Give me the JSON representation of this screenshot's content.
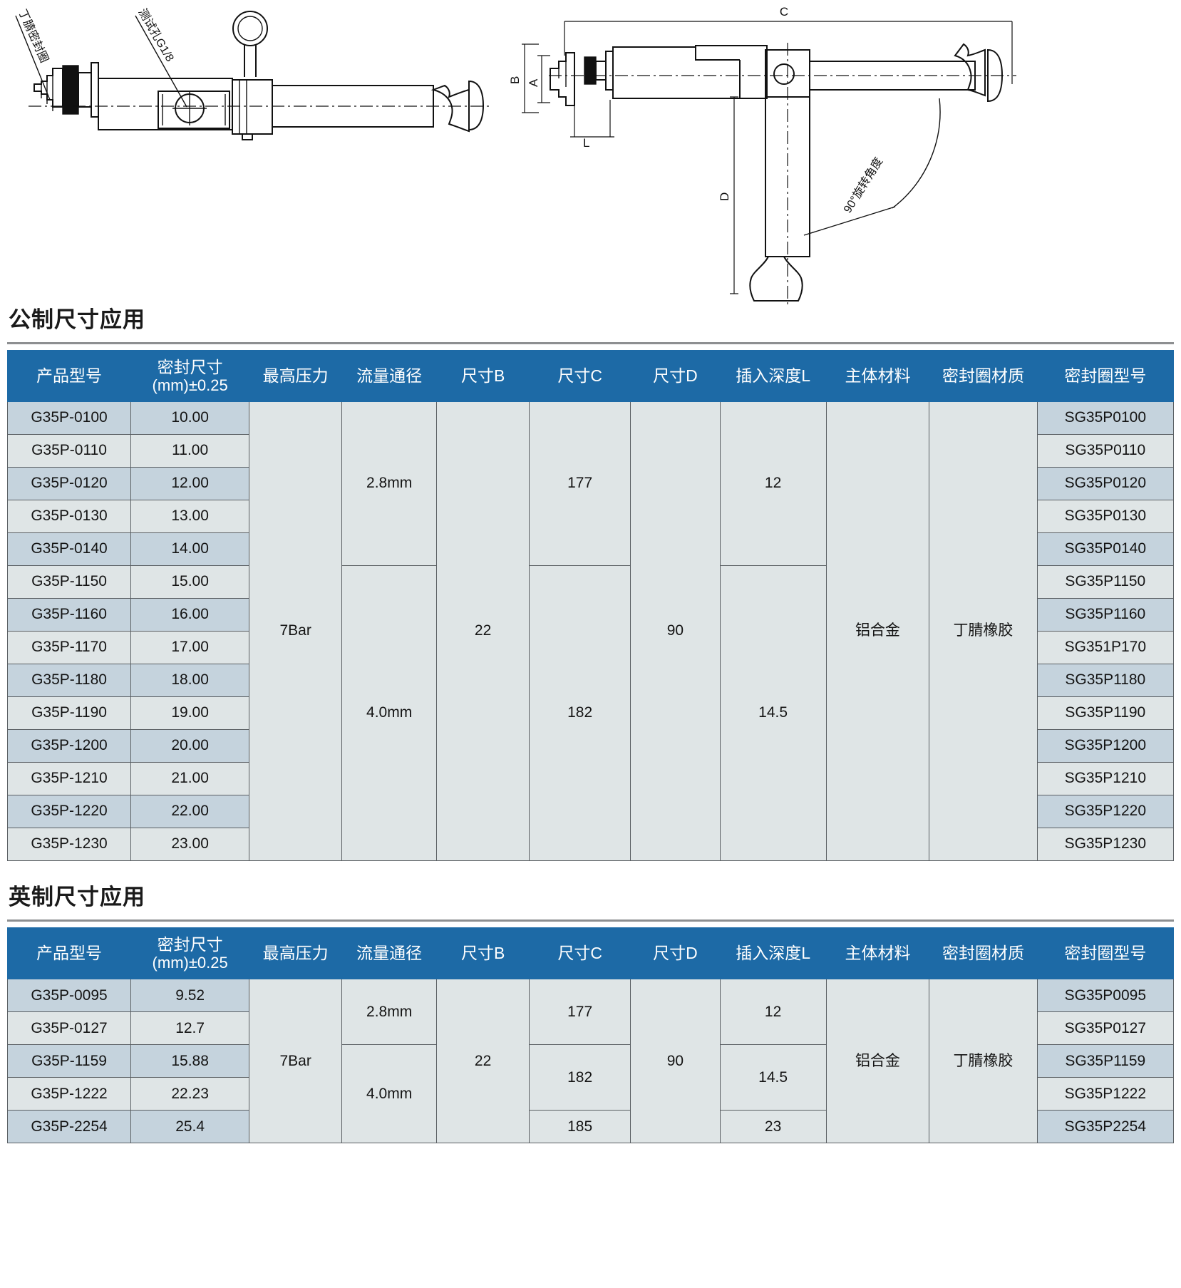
{
  "drawings": {
    "left_view": {
      "label_seal": "丁腈密封圈",
      "label_test_port": "测试孔G1/8"
    },
    "right_view": {
      "dim_c": "C",
      "dim_b": "B",
      "dim_a": "A",
      "dim_l": "L",
      "dim_d": "D",
      "rotation_note": "90°旋转角度"
    }
  },
  "sections": [
    {
      "title": "公制尺寸应用",
      "table": {
        "headers": [
          {
            "line1": "产品型号",
            "line2": ""
          },
          {
            "line1": "密封尺寸",
            "line2": "(mm)±0.25"
          },
          {
            "line1": "最高压力",
            "line2": ""
          },
          {
            "line1": "流量通径",
            "line2": ""
          },
          {
            "line1": "尺寸B",
            "line2": ""
          },
          {
            "line1": "尺寸C",
            "line2": ""
          },
          {
            "line1": "尺寸D",
            "line2": ""
          },
          {
            "line1": "插入深度L",
            "line2": ""
          },
          {
            "line1": "主体材料",
            "line2": ""
          },
          {
            "line1": "密封圈材质",
            "line2": ""
          },
          {
            "line1": "密封圈型号",
            "line2": ""
          }
        ],
        "rows": [
          {
            "model": "G35P-0100",
            "seal_size": "10.00",
            "oring_model": "SG35P0100"
          },
          {
            "model": "G35P-0110",
            "seal_size": "11.00",
            "oring_model": "SG35P0110"
          },
          {
            "model": "G35P-0120",
            "seal_size": "12.00",
            "oring_model": "SG35P0120"
          },
          {
            "model": "G35P-0130",
            "seal_size": "13.00",
            "oring_model": "SG35P0130"
          },
          {
            "model": "G35P-0140",
            "seal_size": "14.00",
            "oring_model": "SG35P0140"
          },
          {
            "model": "G35P-1150",
            "seal_size": "15.00",
            "oring_model": "SG35P1150"
          },
          {
            "model": "G35P-1160",
            "seal_size": "16.00",
            "oring_model": "SG35P1160"
          },
          {
            "model": "G35P-1170",
            "seal_size": "17.00",
            "oring_model": "SG351P170"
          },
          {
            "model": "G35P-1180",
            "seal_size": "18.00",
            "oring_model": "SG35P1180"
          },
          {
            "model": "G35P-1190",
            "seal_size": "19.00",
            "oring_model": "SG35P1190"
          },
          {
            "model": "G35P-1200",
            "seal_size": "20.00",
            "oring_model": "SG35P1200"
          },
          {
            "model": "G35P-1210",
            "seal_size": "21.00",
            "oring_model": "SG35P1210"
          },
          {
            "model": "G35P-1220",
            "seal_size": "22.00",
            "oring_model": "SG35P1220"
          },
          {
            "model": "G35P-1230",
            "seal_size": "23.00",
            "oring_model": "SG35P1230"
          }
        ],
        "merged": {
          "max_pressure": "7Bar",
          "flow_1": "2.8mm",
          "flow_2": "4.0mm",
          "dim_b": "22",
          "dim_c_1": "177",
          "dim_c_2": "182",
          "dim_d": "90",
          "depth_1": "12",
          "depth_2": "14.5",
          "body_material": "铝合金",
          "oring_material": "丁腈橡胶"
        }
      }
    },
    {
      "title": "英制尺寸应用",
      "table": {
        "headers": [
          {
            "line1": "产品型号",
            "line2": ""
          },
          {
            "line1": "密封尺寸",
            "line2": "(mm)±0.25"
          },
          {
            "line1": "最高压力",
            "line2": ""
          },
          {
            "line1": "流量通径",
            "line2": ""
          },
          {
            "line1": "尺寸B",
            "line2": ""
          },
          {
            "line1": "尺寸C",
            "line2": ""
          },
          {
            "line1": "尺寸D",
            "line2": ""
          },
          {
            "line1": "插入深度L",
            "line2": ""
          },
          {
            "line1": "主体材料",
            "line2": ""
          },
          {
            "line1": "密封圈材质",
            "line2": ""
          },
          {
            "line1": "密封圈型号",
            "line2": ""
          }
        ],
        "rows": [
          {
            "model": "G35P-0095",
            "seal_size": "9.52",
            "oring_model": "SG35P0095"
          },
          {
            "model": "G35P-0127",
            "seal_size": "12.7",
            "oring_model": "SG35P0127"
          },
          {
            "model": "G35P-1159",
            "seal_size": "15.88",
            "oring_model": "SG35P1159"
          },
          {
            "model": "G35P-1222",
            "seal_size": "22.23",
            "oring_model": "SG35P1222"
          },
          {
            "model": "G35P-2254",
            "seal_size": "25.4",
            "oring_model": "SG35P2254"
          }
        ],
        "merged": {
          "max_pressure": "7Bar",
          "flow_1": "2.8mm",
          "flow_2": "4.0mm",
          "dim_b": "22",
          "dim_c_1": "177",
          "dim_c_2": "182",
          "dim_c_3": "185",
          "dim_d": "90",
          "depth_1": "12",
          "depth_2": "14.5",
          "depth_3": "23",
          "body_material": "铝合金",
          "oring_material": "丁腈橡胶"
        }
      }
    }
  ],
  "colors": {
    "header_blue": "#1d6aa6",
    "band_a": "#c5d3dd",
    "band_b": "#dfe5e6",
    "rule_gray": "#8d8f91",
    "border_gray": "#5a5f63"
  }
}
